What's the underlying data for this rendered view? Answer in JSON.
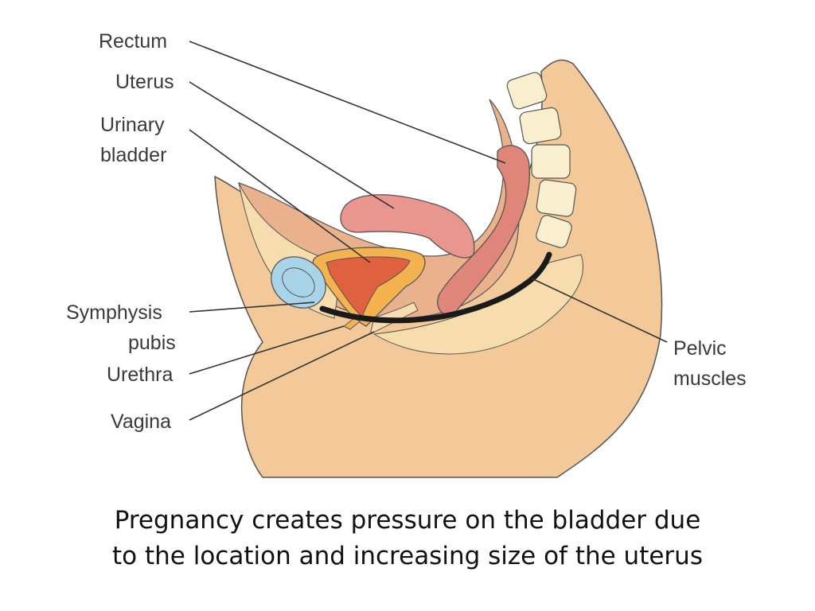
{
  "diagram": {
    "labels": {
      "rectum": "Rectum",
      "uterus": "Uterus",
      "urinary_bladder_1": "Urinary",
      "urinary_bladder_2": "bladder",
      "symphysis_pubis_1": "Symphysis",
      "symphysis_pubis_2": "pubis",
      "urethra": "Urethra",
      "vagina": "Vagina",
      "pelvic_muscles_1": "Pelvic",
      "pelvic_muscles_2": "muscles"
    },
    "colors": {
      "skin": "#f3c99a",
      "abdominal_cavity": "#e9b28c",
      "fat_layer": "#f7dcae",
      "uterus": "#e9968f",
      "rectum": "#e0857a",
      "bladder_outer": "#f5b350",
      "bladder_inner": "#e0613f",
      "pubis": "#a8d3e8",
      "vertebrae": "#f9efcf",
      "pelvic_muscle": "#1a1a1a"
    }
  },
  "caption": {
    "line1": "Pregnancy creates pressure on the bladder due",
    "line2": "to the location and increasing size of the uterus"
  }
}
